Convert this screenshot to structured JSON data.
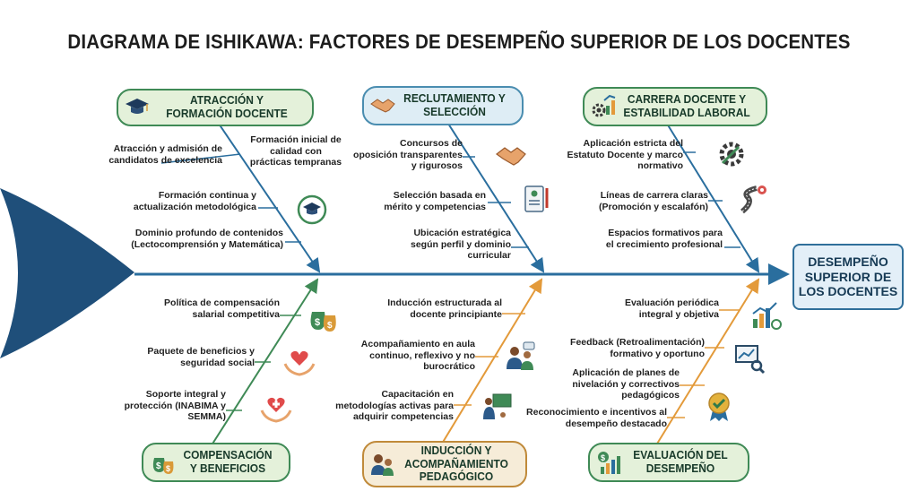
{
  "title": "DIAGRAMA DE ISHIKAWA: FACTORES DE DESEMPEÑO SUPERIOR DE LOS DOCENTES",
  "effect": "DESEMPEÑO SUPERIOR DE LOS DOCENTES",
  "categories": {
    "atraccion": {
      "label": "ATRACCIÓN Y FORMACIÓN DOCENTE",
      "icon": "graduation-cap-icon"
    },
    "reclutamiento": {
      "label": "RECLUTAMIENTO Y SELECCIÓN",
      "icon": "handshake-icon"
    },
    "carrera": {
      "label": "CARRERA DOCENTE Y ESTABILIDAD LABORAL",
      "icon": "gears-growth-icon"
    },
    "compensacion": {
      "label": "COMPENSACIÓN Y BENEFICIOS",
      "icon": "money-bags-icon"
    },
    "induccion": {
      "label": "INDUCCIÓN Y ACOMPAÑAMIENTO PEDAGÓGICO",
      "icon": "people-icon"
    },
    "evaluacion": {
      "label": "EVALUACIÓN DEL DESEMPEÑO",
      "icon": "growth-chart-icon"
    }
  },
  "causes": {
    "atraccion": [
      "Atracción y admisión de candidatos de excelencia",
      "Formación inicial de calidad con prácticas tempranas",
      "Formación continua y actualización metodológica",
      "Dominio profundo de contenidos (Lectocomprensión y Matemática)"
    ],
    "reclutamiento": [
      "Concursos de oposición transparentes y rigurosos",
      "Selección basada en mérito y competencias",
      "Ubicación estratégica según perfil y dominio curricular"
    ],
    "carrera": [
      "Aplicación estricta del Estatuto Docente y marco normativo",
      "Líneas de carrera claras (Promoción y escalafón)",
      "Espacios formativos para el crecimiento profesional"
    ],
    "compensacion": [
      "Política de compensación salarial competitiva",
      "Paquete de beneficios y seguridad social",
      "Soporte integral y protección (INABIMA y SEMMA)"
    ],
    "induccion": [
      "Inducción estructurada al docente principiante",
      "Acompañamiento en aula continuo, reflexivo y no burocrático",
      "Capacitación en metodologías activas para adquirir competencias"
    ],
    "evaluacion": [
      "Evaluación periódica integral y objetiva",
      "Feedback (Retroalimentación) formativo y oportuno",
      "Aplicación de planes de nivelación y correctivos pedagógicos",
      "Reconocimiento e incentivos al desempeño destacado"
    ]
  },
  "colors": {
    "green": "#3f8a56",
    "blue": "#2f6f9a",
    "orange": "#e39a3a",
    "head": "#1f4f7a",
    "spine": "#2a6e9e"
  }
}
